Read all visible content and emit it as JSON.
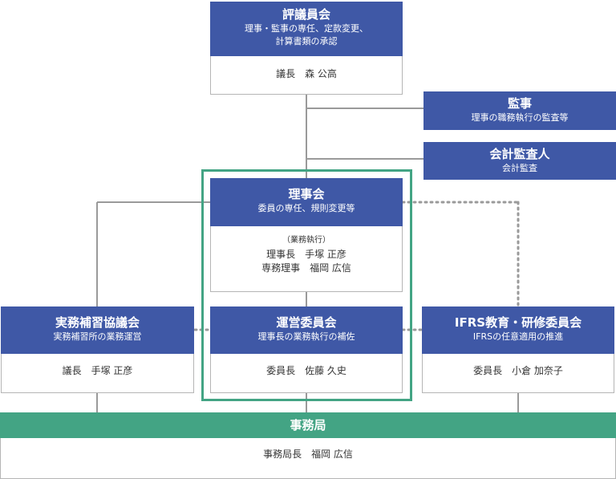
{
  "colors": {
    "header_blue": "#3f58a6",
    "secretariat_green": "#43a484",
    "highlight_frame": "#43a484",
    "connector_gray": "#9a9a9a"
  },
  "council": {
    "title": "評議員会",
    "desc_line1": "理事・監事の専任、定款変更、",
    "desc_line2": "計算書類の承認",
    "member": "議長　森 公高"
  },
  "auditor": {
    "title": "監事",
    "desc": "理事の職務執行の監査等"
  },
  "accounting_auditor": {
    "title": "会計監査人",
    "desc": "会計監査"
  },
  "board": {
    "title": "理事会",
    "desc": "委員の専任、規則変更等",
    "section_label": "（業務執行）",
    "member1": "理事長　手塚 正彦",
    "member2": "専務理事　福岡 広信"
  },
  "practical_council": {
    "title": "実務補習協議会",
    "desc": "実務補習所の業務運営",
    "member": "議長　手塚 正彦"
  },
  "operations_committee": {
    "title": "運営委員会",
    "desc": "理事長の業務執行の補佐",
    "member": "委員長　佐藤 久史"
  },
  "ifrs_committee": {
    "title": "IFRS教育・研修委員会",
    "desc": "IFRSの任意適用の推進",
    "member": "委員長　小倉 加奈子"
  },
  "secretariat": {
    "title": "事務局",
    "member": "事務局長　福岡 広信"
  }
}
